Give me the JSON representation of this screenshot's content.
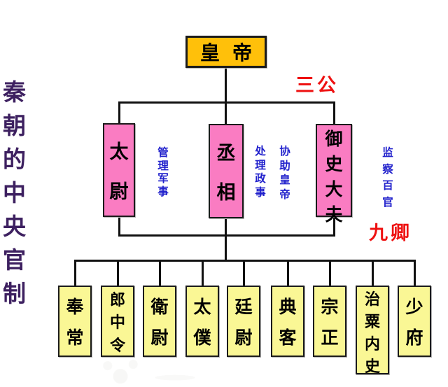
{
  "title": "秦朝的中央官制",
  "emperor": "皇帝",
  "section_labels": {
    "three_lords": "三公",
    "nine_ministers": "九卿"
  },
  "three_lords": [
    {
      "name": "太尉"
    },
    {
      "name": "丞相"
    },
    {
      "name": "御史大夫"
    }
  ],
  "duty_columns": [
    "管理军事",
    "处理政事",
    "协助皇帝",
    "监察百官"
  ],
  "nine_ministers": [
    "奉常",
    "郎中令",
    "衛尉",
    "太僕",
    "廷尉",
    "典客",
    "宗正",
    "治粟内史",
    "少府"
  ],
  "colors": {
    "title_text": "#3D2060",
    "emperor_fill": "#FFC00A",
    "lords_fill": "#FA7CC2",
    "ministers_fill": "#FAF795",
    "duty_text": "#2121CC",
    "section_label_text": "#EE1111",
    "line": "#111111"
  }
}
